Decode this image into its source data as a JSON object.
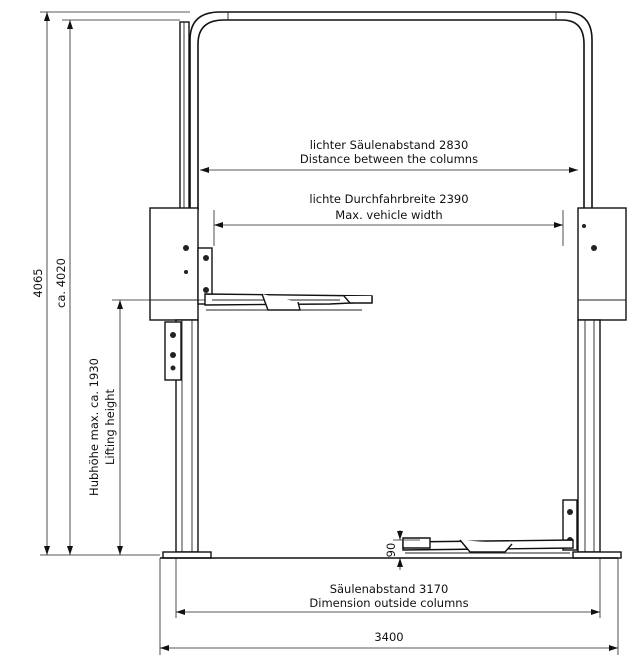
{
  "dimensions": {
    "total_height": "4065",
    "column_height": "ca. 4020",
    "lifting_height_de": "Hubhöhe max. ca. 1930",
    "lifting_height_en": "Lifting height",
    "column_distance_de": "lichter Säulenabstand 2830",
    "column_distance_en": "Distance between the columns",
    "vehicle_width_de": "lichte Durchfahrbreite 2390",
    "vehicle_width_en": "Max. vehicle width",
    "outside_columns_de": "Säulenabstand 3170",
    "outside_columns_en": "Dimension outside columns",
    "overall_width": "3400",
    "min_height": "90"
  }
}
